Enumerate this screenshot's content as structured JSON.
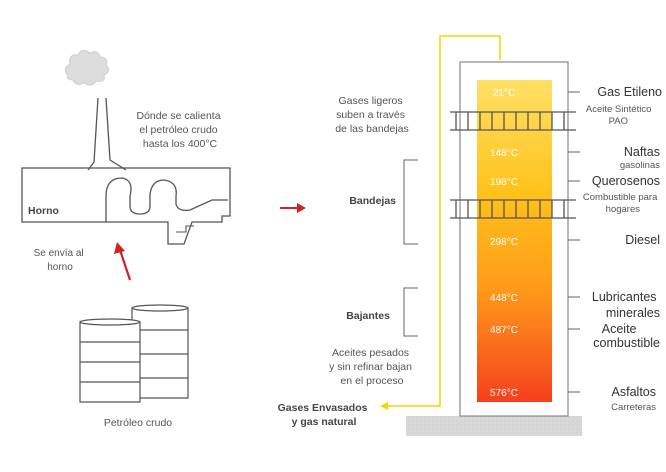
{
  "furnace": {
    "note": [
      "Dónde se calienta",
      "el petróleo crudo",
      "hasta los 400°C"
    ],
    "label": "Horno"
  },
  "sent_note": [
    "Se envía al",
    "horno"
  ],
  "crude_label": "Petróleo crudo",
  "left_notes": {
    "light_gases": [
      "Gases ligeros",
      "suben a través",
      "de las bandejas"
    ],
    "trays": "Bandejas",
    "downcomers": "Bajantes",
    "heavy": [
      "Aceites pesados",
      "y sin refinar bajan",
      "en el proceso"
    ],
    "bottled": [
      "Gases Envasados",
      "y gas natural"
    ]
  },
  "temperatures": [
    "21°C",
    "148°C",
    "198°C",
    "298°C",
    "448°C",
    "487°C",
    "576°C"
  ],
  "products": {
    "gas": "Gas Etileno",
    "synth": [
      "Aceite Sintético",
      "PAO"
    ],
    "naphtha": "Naftas",
    "gasoline": "gasolinas",
    "kerosene": "Querosenos",
    "home_fuel": [
      "Combustible para",
      "hogares"
    ],
    "diesel": "Diesel",
    "lubricants": [
      "Lubricantes",
      "minerales"
    ],
    "fuel_oil": [
      "Aceite",
      "combustible"
    ],
    "asphalt": "Asfaltos",
    "roads": "Carreteras"
  },
  "colors": {
    "arrow": "#d42020",
    "pipe": "#f2d600",
    "line": "#555555"
  }
}
